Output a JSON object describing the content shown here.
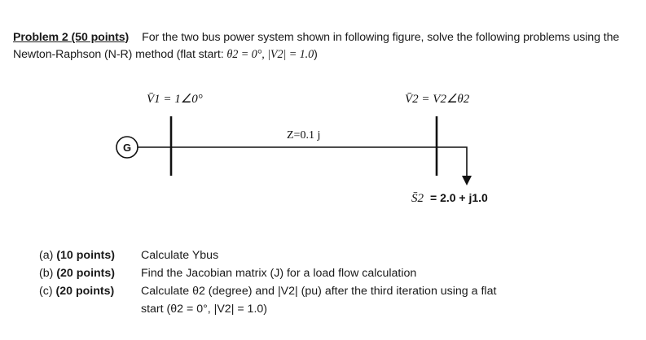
{
  "intro": {
    "title": "Problem 2 (50 points)",
    "text_1": "For the two bus power system shown in following figure, solve the following problems using the Newton-Raphson (N-R) method (flat start: ",
    "flat_start": "θ2 = 0°, |V2| = 1.0",
    "text_2": ")"
  },
  "diagram": {
    "generator_label": "G",
    "bus1_voltage": "V̄1 = 1∠0°",
    "bus2_voltage": "V̄2 = V2∠θ2",
    "line_impedance": "Z=0.1 j",
    "load_lhs": "S̄2",
    "load_value": "= 2.0 + j1.0"
  },
  "problems": [
    {
      "letter": "(a)",
      "points": "(10 points)",
      "text": "Calculate Ybus"
    },
    {
      "letter": "(b)",
      "points": "(20 points)",
      "text": "Find the Jacobian matrix (J) for a load flow calculation"
    },
    {
      "letter": "(c)",
      "points": "(20 points)",
      "text": "Calculate θ2 (degree) and |V2| (pu) after the third iteration using a flat",
      "continuation": "start (θ2 = 0°, |V2| = 1.0)"
    }
  ]
}
